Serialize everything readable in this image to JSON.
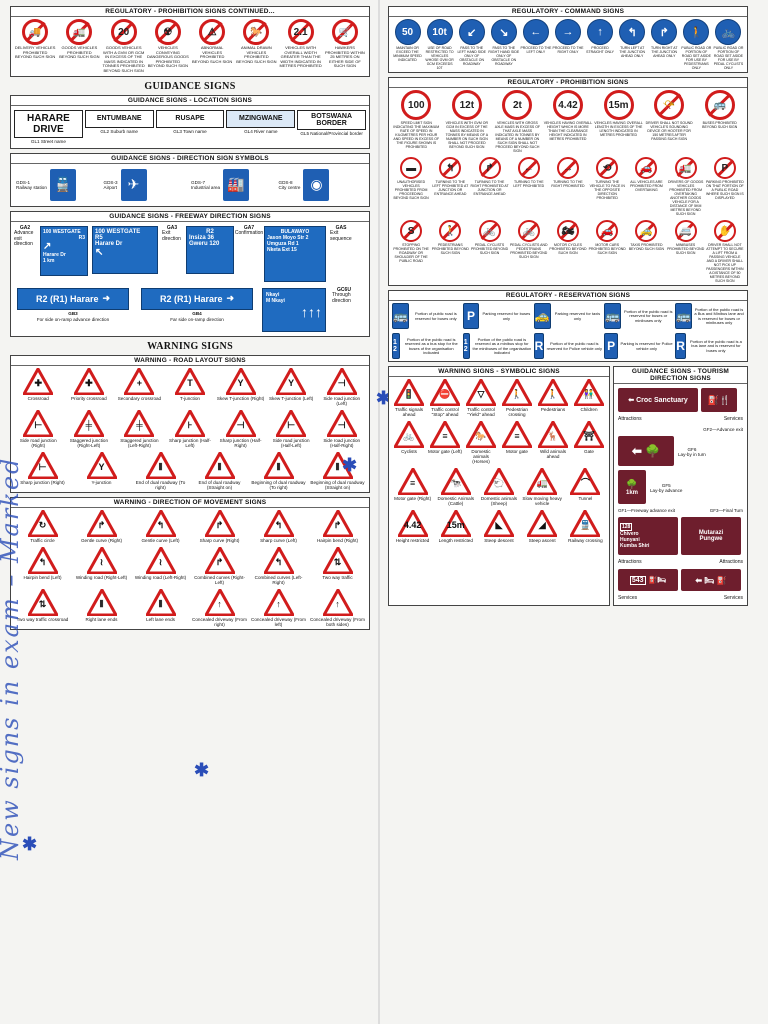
{
  "left": {
    "prohibition_continued": {
      "title": "REGULATORY - PROHIBITION SIGNS continued...",
      "items": [
        {
          "glyph": "🚚",
          "caption": "DELIVERY VEHICLES PROHIBITED BEYOND SUCH SIGN"
        },
        {
          "glyph": "🚛",
          "caption": "GOODS VEHICLES PROHIBITED BEYOND SUCH SIGN"
        },
        {
          "glyph": "20",
          "caption": "GOODS VEHICLES WITH A GVM OR GCM IN EXCESS OF THE MASS INDICATED IN TONNES PROHIBITED BEYOND SUCH SIGN"
        },
        {
          "glyph": "☢",
          "caption": "VEHICLES CONVEYING DANGEROUS GOODS PROHIBITED BEYOND SUCH SIGN"
        },
        {
          "glyph": "⚠",
          "caption": "ABNORMAL VEHICLES PROHIBITED BEYOND SUCH SIGN"
        },
        {
          "glyph": "🐎",
          "caption": "ANIMAL DRAWN VEHICLES PROHIBITED BEYOND SUCH SIGN"
        },
        {
          "glyph": "2.1",
          "caption": "VEHICLES WITH OVERALL WIDTH GREATER THAN THE WIDTH INDICATED IN METRES PROHIBITED"
        },
        {
          "glyph": "🛒",
          "caption": "HAWKERS PROHIBITED WITHIN 25 METRES ON EITHER SIDE OF SUCH SIGN"
        }
      ]
    },
    "guidance_title": "GUIDANCE SIGNS",
    "location": {
      "title": "GUIDANCE SIGNS - LOCATION SIGNS",
      "signs": [
        {
          "text": "HARARE DRIVE",
          "label": "GL1 Street name"
        },
        {
          "text": "ENTUMBANE",
          "label": "GL2 Suburb name"
        },
        {
          "text": "RUSAPE",
          "label": "GL3 Town name"
        },
        {
          "text": "MZINGWANE",
          "label": "GL4 River name"
        },
        {
          "text": "BOTSWANA BORDER",
          "label": "GL5 National/Provincial border"
        }
      ]
    },
    "direction_symbols": {
      "title": "GUIDANCE SIGNS - DIRECTION SIGN SYMBOLS",
      "items": [
        {
          "code": "GDS-1",
          "name": "Railway station",
          "glyph": "🚆"
        },
        {
          "code": "GDS-3",
          "name": "Airport",
          "glyph": "✈"
        },
        {
          "code": "GDS-7",
          "name": "Industrial area",
          "glyph": "🏭"
        },
        {
          "code": "GDS-8",
          "name": "City centre",
          "glyph": "◉"
        }
      ]
    },
    "freeway": {
      "title": "GUIDANCE SIGNS - FREEWAY DIRECTION SIGNS",
      "ga2": {
        "code": "GA2",
        "desc": "Advance exit direction",
        "route": "100 WESTGATE",
        "r": "R3",
        "dest": "Harare Dr",
        "dist": "1 km"
      },
      "ga3": {
        "code": "GA3",
        "desc": "Exit direction",
        "route": "100 WESTGATE",
        "r": "R5",
        "dest": "Harare Dr"
      },
      "ga7": {
        "code": "GA7",
        "desc": "Confirmation",
        "r": "R2",
        "l1": "Insiza 36",
        "l2": "Gweru 120"
      },
      "gas": {
        "code": "GAS",
        "desc": "Exit sequence",
        "head": "BULAWAYO",
        "l1": "Jason Moyo Str 2",
        "l2": "Umguza Rd 1",
        "l3": "Nketa Ext 15"
      },
      "gb3": {
        "code": "GB3",
        "desc": "For side on-ramp advance direction",
        "text": "R2 (R1) Harare"
      },
      "gb4": {
        "code": "GB4",
        "desc": "Far side on-ramp direction",
        "text": "R2 (R1) Harare"
      },
      "gc6u": {
        "code": "GC6U",
        "desc": "Through direction",
        "l1": "Nkayi",
        "l2": "M Nkayi"
      }
    },
    "warning_title": "WARNING SIGNS",
    "road_layout": {
      "title": "WARNING - ROAD LAYOUT SIGNS",
      "row1": [
        {
          "g": "✚",
          "name": "Crossroad"
        },
        {
          "g": "✚",
          "name": "Priority crossroad"
        },
        {
          "g": "+",
          "name": "Secondary crossroad"
        },
        {
          "g": "T",
          "name": "T-junction"
        },
        {
          "g": "Y",
          "name": "Skew T-junction (Right)"
        },
        {
          "g": "Y",
          "name": "Skew T-junction (Left)"
        },
        {
          "g": "⊣",
          "name": "Side road junction (Left)"
        }
      ],
      "row2": [
        {
          "g": "⊢",
          "name": "Side road junction (Right)"
        },
        {
          "g": "╪",
          "name": "Staggered junction (Right-Left)"
        },
        {
          "g": "╪",
          "name": "Staggered junction (Left-Right)"
        },
        {
          "g": "⊦",
          "name": "Sharp junction (Half-Left)"
        },
        {
          "g": "⊣",
          "name": "Sharp junction (Half-Right)"
        },
        {
          "g": "⊢",
          "name": "Side road junction (Half-Left)"
        },
        {
          "g": "⊣",
          "name": "Side road junction (Half-Right)"
        }
      ],
      "row3": [
        {
          "g": "⊢",
          "name": "Sharp junction (Right)"
        },
        {
          "g": "Y",
          "name": "Y-junction"
        },
        {
          "g": "⫴",
          "name": "End of dual roadway (To right)"
        },
        {
          "g": "⫴",
          "name": "End of dual roadway (Straight on)"
        },
        {
          "g": "⫴",
          "name": "Beginning of dual roadway (To right)"
        },
        {
          "g": "⫴",
          "name": "Beginning of dual roadway (Straight on)"
        }
      ]
    },
    "movement": {
      "title": "WARNING - DIRECTION OF MOVEMENT SIGNS",
      "row1": [
        {
          "g": "↻",
          "name": "Traffic circle"
        },
        {
          "g": "↱",
          "name": "Gentle curve (Right)"
        },
        {
          "g": "↰",
          "name": "Gentle curve (Left)"
        },
        {
          "g": "↱",
          "name": "Sharp curve (Right)"
        },
        {
          "g": "↰",
          "name": "Sharp curve (Left)"
        },
        {
          "g": "↱",
          "name": "Hairpin bend (Right)"
        }
      ],
      "row2": [
        {
          "g": "↰",
          "name": "Hairpin bend (Left)"
        },
        {
          "g": "≀",
          "name": "Winding road (Right-Left)"
        },
        {
          "g": "≀",
          "name": "Winding road (Left-Right)"
        },
        {
          "g": "↱",
          "name": "Combined curves (Right-Left)"
        },
        {
          "g": "↰",
          "name": "Combined curves (Left-Right)"
        },
        {
          "g": "⇅",
          "name": "Two way traffic"
        }
      ],
      "row3": [
        {
          "g": "⇅",
          "name": "Two way traffic crossroad"
        },
        {
          "g": "⫴",
          "name": "Right lane ends"
        },
        {
          "g": "⫴",
          "name": "Left lane ends"
        },
        {
          "g": "↑",
          "name": "Concealed driveway (From right)"
        },
        {
          "g": "↑",
          "name": "Concealed driveway (From left)"
        },
        {
          "g": "↑",
          "name": "Concealed driveway (From both sides)"
        }
      ]
    },
    "handwriting": "New signs in exam – Marked"
  },
  "right": {
    "command": {
      "title": "REGULATORY - COMMAND SIGNS",
      "items": [
        {
          "g": "50",
          "caption": "MAINTAIN OR EXCEED THE MINIMUM SPEED INDICATED"
        },
        {
          "g": "10t",
          "caption": "USE OF ROAD RESTRICTED TO VEHICLES WHOSE GVM OR GCM EXCEEDS 10T"
        },
        {
          "g": "↙",
          "caption": "PASS TO THE LEFT HAND SIDE ONLY OF OBSTACLE ON ROADWAY"
        },
        {
          "g": "↘",
          "caption": "PASS TO THE RIGHT HAND SIDE ONLY OF OBSTACLE ON ROADWAY"
        },
        {
          "g": "←",
          "caption": "PROCEED TO THE LEFT ONLY"
        },
        {
          "g": "→",
          "caption": "PROCEED TO THE RIGHT ONLY"
        },
        {
          "g": "↑",
          "caption": "PROCEED STRAIGHT ONLY"
        },
        {
          "g": "↰",
          "caption": "TURN LEFT AT THE JUNCTION AHEAD ONLY"
        },
        {
          "g": "↱",
          "caption": "TURN RIGHT AT THE JUNCTION AHEAD ONLY"
        },
        {
          "g": "🚶",
          "caption": "PUBLIC ROAD OR PORTION OF ROAD SET ASIDE FOR USE BY PEDESTRIANS ONLY"
        },
        {
          "g": "🚲",
          "caption": "PUBLIC ROAD OR PORTION OF ROAD SET ASIDE FOR USE BY PEDAL CYCLISTS ONLY"
        }
      ]
    },
    "prohibition": {
      "title": "REGULATORY - PROHIBITION SIGNS",
      "row1": [
        {
          "g": "100",
          "slash": false,
          "caption": "SPEED LIMIT SIGN INDICATING THE MAXIMUM RATE OF SPEED IN KILOMETRES PER HOUR AND SPEED IN EXCESS OF THE FIGURE SHOWN IS PROHIBITED"
        },
        {
          "g": "12t",
          "slash": false,
          "caption": "VEHICLES WITH GVM OR GCM IN EXCESS OF THE MASS INDICATED IN TONNES BY MEANS OF A NUMBER ON SUCH SIGN SHALL NOT PROCEED BEYOND SUCH SIGN"
        },
        {
          "g": "2t",
          "slash": false,
          "caption": "VEHICLES WITH GROSS AXLE MASS IN EXCESS OF THAT AXLE MASS INDICATED IN TONNES BY MEANS OF A NUMBER ON SUCH SIGN SHALL NOT PROCEED BEYOND SUCH SIGN"
        },
        {
          "g": "4.42",
          "slash": false,
          "caption": "VEHICLES HAVING OVERALL HEIGHT WHICH IS MORE THAN THE CLEARANCE HEIGHT INDICATED IN METRES PROHIBITED"
        },
        {
          "g": "15m",
          "slash": false,
          "caption": "VEHICLES HAVING OVERALL LENGTH IN EXCESS OF THE LENGTH INDICATED IN METRES PROHIBITED"
        },
        {
          "g": "📯",
          "slash": true,
          "caption": "DRIVER SHALL NOT SOUND VEHICLE'S SOUNDING DEVICE OR HOOTER FOR 150 METRES AFTER PASSING SUCH SIGN"
        },
        {
          "g": "🚌",
          "slash": true,
          "caption": "BUSES PROHIBITED BEYOND SUCH SIGN"
        }
      ],
      "row2": [
        {
          "g": "▬",
          "slash": false,
          "caption": "UNAUTHORISED VEHICLES PROHIBITED FROM PROCEEDING BEYOND SUCH SIGN"
        },
        {
          "g": "↰",
          "slash": true,
          "caption": "TURNING TO THE LEFT PROHIBITED AT JUNCTION OR ENTRANCE AHEAD"
        },
        {
          "g": "↱",
          "slash": true,
          "caption": "TURNING TO THE RIGHT PROHIBITED AT JUNCTION OR ENTRANCE AHEAD"
        },
        {
          "g": "←",
          "slash": true,
          "caption": "TURNING TO THE LEFT PROHIBITED"
        },
        {
          "g": "→",
          "slash": true,
          "caption": "TURNING TO THE RIGHT PROHIBITED"
        },
        {
          "g": "⟲",
          "slash": true,
          "caption": "TURNING THE VEHICLE TO FACE IN THE OPPOSITE DIRECTION PROHIBITED"
        },
        {
          "g": "🚗",
          "slash": true,
          "caption": "ALL VEHICLES ARE PROHIBITED FROM OVERTAKING"
        },
        {
          "g": "🚛",
          "slash": true,
          "caption": "DRIVERS OF GOODS VEHICLES PROHIBITED FROM OVERTAKING ANOTHER GOODS VEHICLE FOR A DISTANCE OF 5KM METRES BEYOND SUCH SIGN"
        },
        {
          "g": "P",
          "slash": true,
          "caption": "PARKING PROHIBITED ON THAT PORTION OF A PUBLIC ROAD WHERE SUCH SIGN IS DISPLAYED"
        }
      ],
      "row3": [
        {
          "g": "S",
          "slash": true,
          "caption": "STOPPING PROHIBITED ON THE ROADWAY OR SHOULDER OF THE PUBLIC ROAD"
        },
        {
          "g": "🚶",
          "slash": true,
          "caption": "PEDESTRIANS PROHIBITED BEYOND SUCH SIGN"
        },
        {
          "g": "🚲",
          "slash": true,
          "caption": "PEDAL CYCLISTS PROHIBITED BEYOND SUCH SIGN"
        },
        {
          "g": "🚲",
          "slash": true,
          "caption": "PEDAL CYCLISTS AND PEDESTRIANS PROHIBITED BEYOND SUCH SIGN"
        },
        {
          "g": "🏍",
          "slash": true,
          "caption": "MOTOR CYCLES PROHIBITED BEYOND SUCH SIGN"
        },
        {
          "g": "🚗",
          "slash": true,
          "caption": "MOTOR CARS PROHIBITED BEYOND SUCH SIGN"
        },
        {
          "g": "🚕",
          "slash": true,
          "caption": "TAXIS PROHIBITED BEYOND SUCH SIGN"
        },
        {
          "g": "🚐",
          "slash": true,
          "caption": "MINIBUSES PROHIBITED BEYOND SUCH SIGN"
        },
        {
          "g": "✋",
          "slash": true,
          "caption": "DRIVER SHALL NOT ATTEMPT TO SECURE A LIFT FROM A PASSING VEHICLE AND A DRIVER SHALL NOT PICK UP PASSENGERS WITHIN A DISTANCE OF 50 METRES BEYOND SUCH SIGN"
        }
      ]
    },
    "reservation": {
      "title": "REGULATORY - RESERVATION SIGNS",
      "row1": [
        {
          "g": "🚌",
          "caption": "Portion of public road is reserved for buses only"
        },
        {
          "g": "P",
          "caption": "Parking reserved for buses only"
        },
        {
          "g": "🚕",
          "caption": "Parking reserved for taxis only"
        },
        {
          "g": "🚌",
          "caption": "Portion of the public road is reserved for buses or minibuses only"
        },
        {
          "g": "🚌",
          "caption": "Portion of the public road is a Bus and Minibus lane and is reserved for buses or minibuses only"
        }
      ],
      "row2": [
        {
          "g": "1 2",
          "caption": "Portion of the public road is reserved as a bus stop for the buses of the organisation indicated"
        },
        {
          "g": "1 2",
          "caption": "Portion of the public road is reserved as a minibus stop for the minibuses of the organisation indicated"
        },
        {
          "g": "R",
          "caption": "Portion of the public road is reserved for Police vehicle only"
        },
        {
          "g": "P",
          "caption": "Parking is reserved for Police vehicle only"
        },
        {
          "g": "R",
          "caption": "Portion of the public road is a bus lane and is reserved for buses only"
        }
      ]
    },
    "symbolic": {
      "title": "WARNING SIGNS - SYMBOLIC SIGNS",
      "row1": [
        {
          "g": "🚦",
          "name": "Traffic signals ahead"
        },
        {
          "g": "⛔",
          "name": "Traffic control \"Stop\" ahead"
        },
        {
          "g": "▽",
          "name": "Traffic control \"Yield\" ahead"
        },
        {
          "g": "🚶",
          "name": "Pedestrian crossing"
        },
        {
          "g": "🚶",
          "name": "Pedestrians"
        },
        {
          "g": "👫",
          "name": "Children"
        }
      ],
      "row2": [
        {
          "g": "🚲",
          "name": "Cyclists"
        },
        {
          "g": "≡",
          "name": "Motor gate (Left)"
        },
        {
          "g": "🐎",
          "name": "Domestic animals (Horses)"
        },
        {
          "g": "≡",
          "name": "Motor gate"
        },
        {
          "g": "🦌",
          "name": "Wild animals ahead"
        },
        {
          "g": "⛩",
          "name": "Gate"
        }
      ],
      "row3": [
        {
          "g": "≡",
          "name": "Motor gate (Right)"
        },
        {
          "g": "🐄",
          "name": "Domestic Animals (Cattle)"
        },
        {
          "g": "🐑",
          "name": "Domestic animals (Sheep)"
        },
        {
          "g": "🚛",
          "name": "Slow moving heavy vehicle"
        },
        {
          "g": "⌒",
          "name": "Tunnel"
        }
      ],
      "row4": [
        {
          "g": "4.42",
          "name": "Height restricted"
        },
        {
          "g": "15m",
          "name": "Length restricted"
        },
        {
          "g": "◣",
          "name": "Steep descent"
        },
        {
          "g": "◢",
          "name": "Steep ascent"
        },
        {
          "g": "🚆",
          "name": "Railway crossing"
        }
      ]
    },
    "tourism": {
      "title": "GUIDANCE SIGNS - TOURISM DIRECTION SIGNS",
      "croc": "Croc Sanctuary",
      "attractions": "Attractions",
      "services": "Services",
      "gf2": "GF2—Advance exit",
      "gf6": "GF6",
      "gf6_desc": "Lay-by in turn",
      "gf5": "GF5",
      "gf5_desc": "Lay-by advance",
      "gf5_dist": "1km",
      "gf1": "GF1—Freeway advance exit",
      "gf3": "GF3—Final Turn",
      "gf1_box": "128",
      "gf1_l1": "Chivero",
      "gf1_l2": "Hunyani",
      "gf1_l3": "Kumba Shiri",
      "gf3_l1": "Mutarazi",
      "gf3_l2": "Pungwe",
      "bottom_num": "543",
      "attractions2": "Attractions",
      "services2": "Services",
      "services3": "Services",
      "attractions3": "Attractions"
    }
  }
}
